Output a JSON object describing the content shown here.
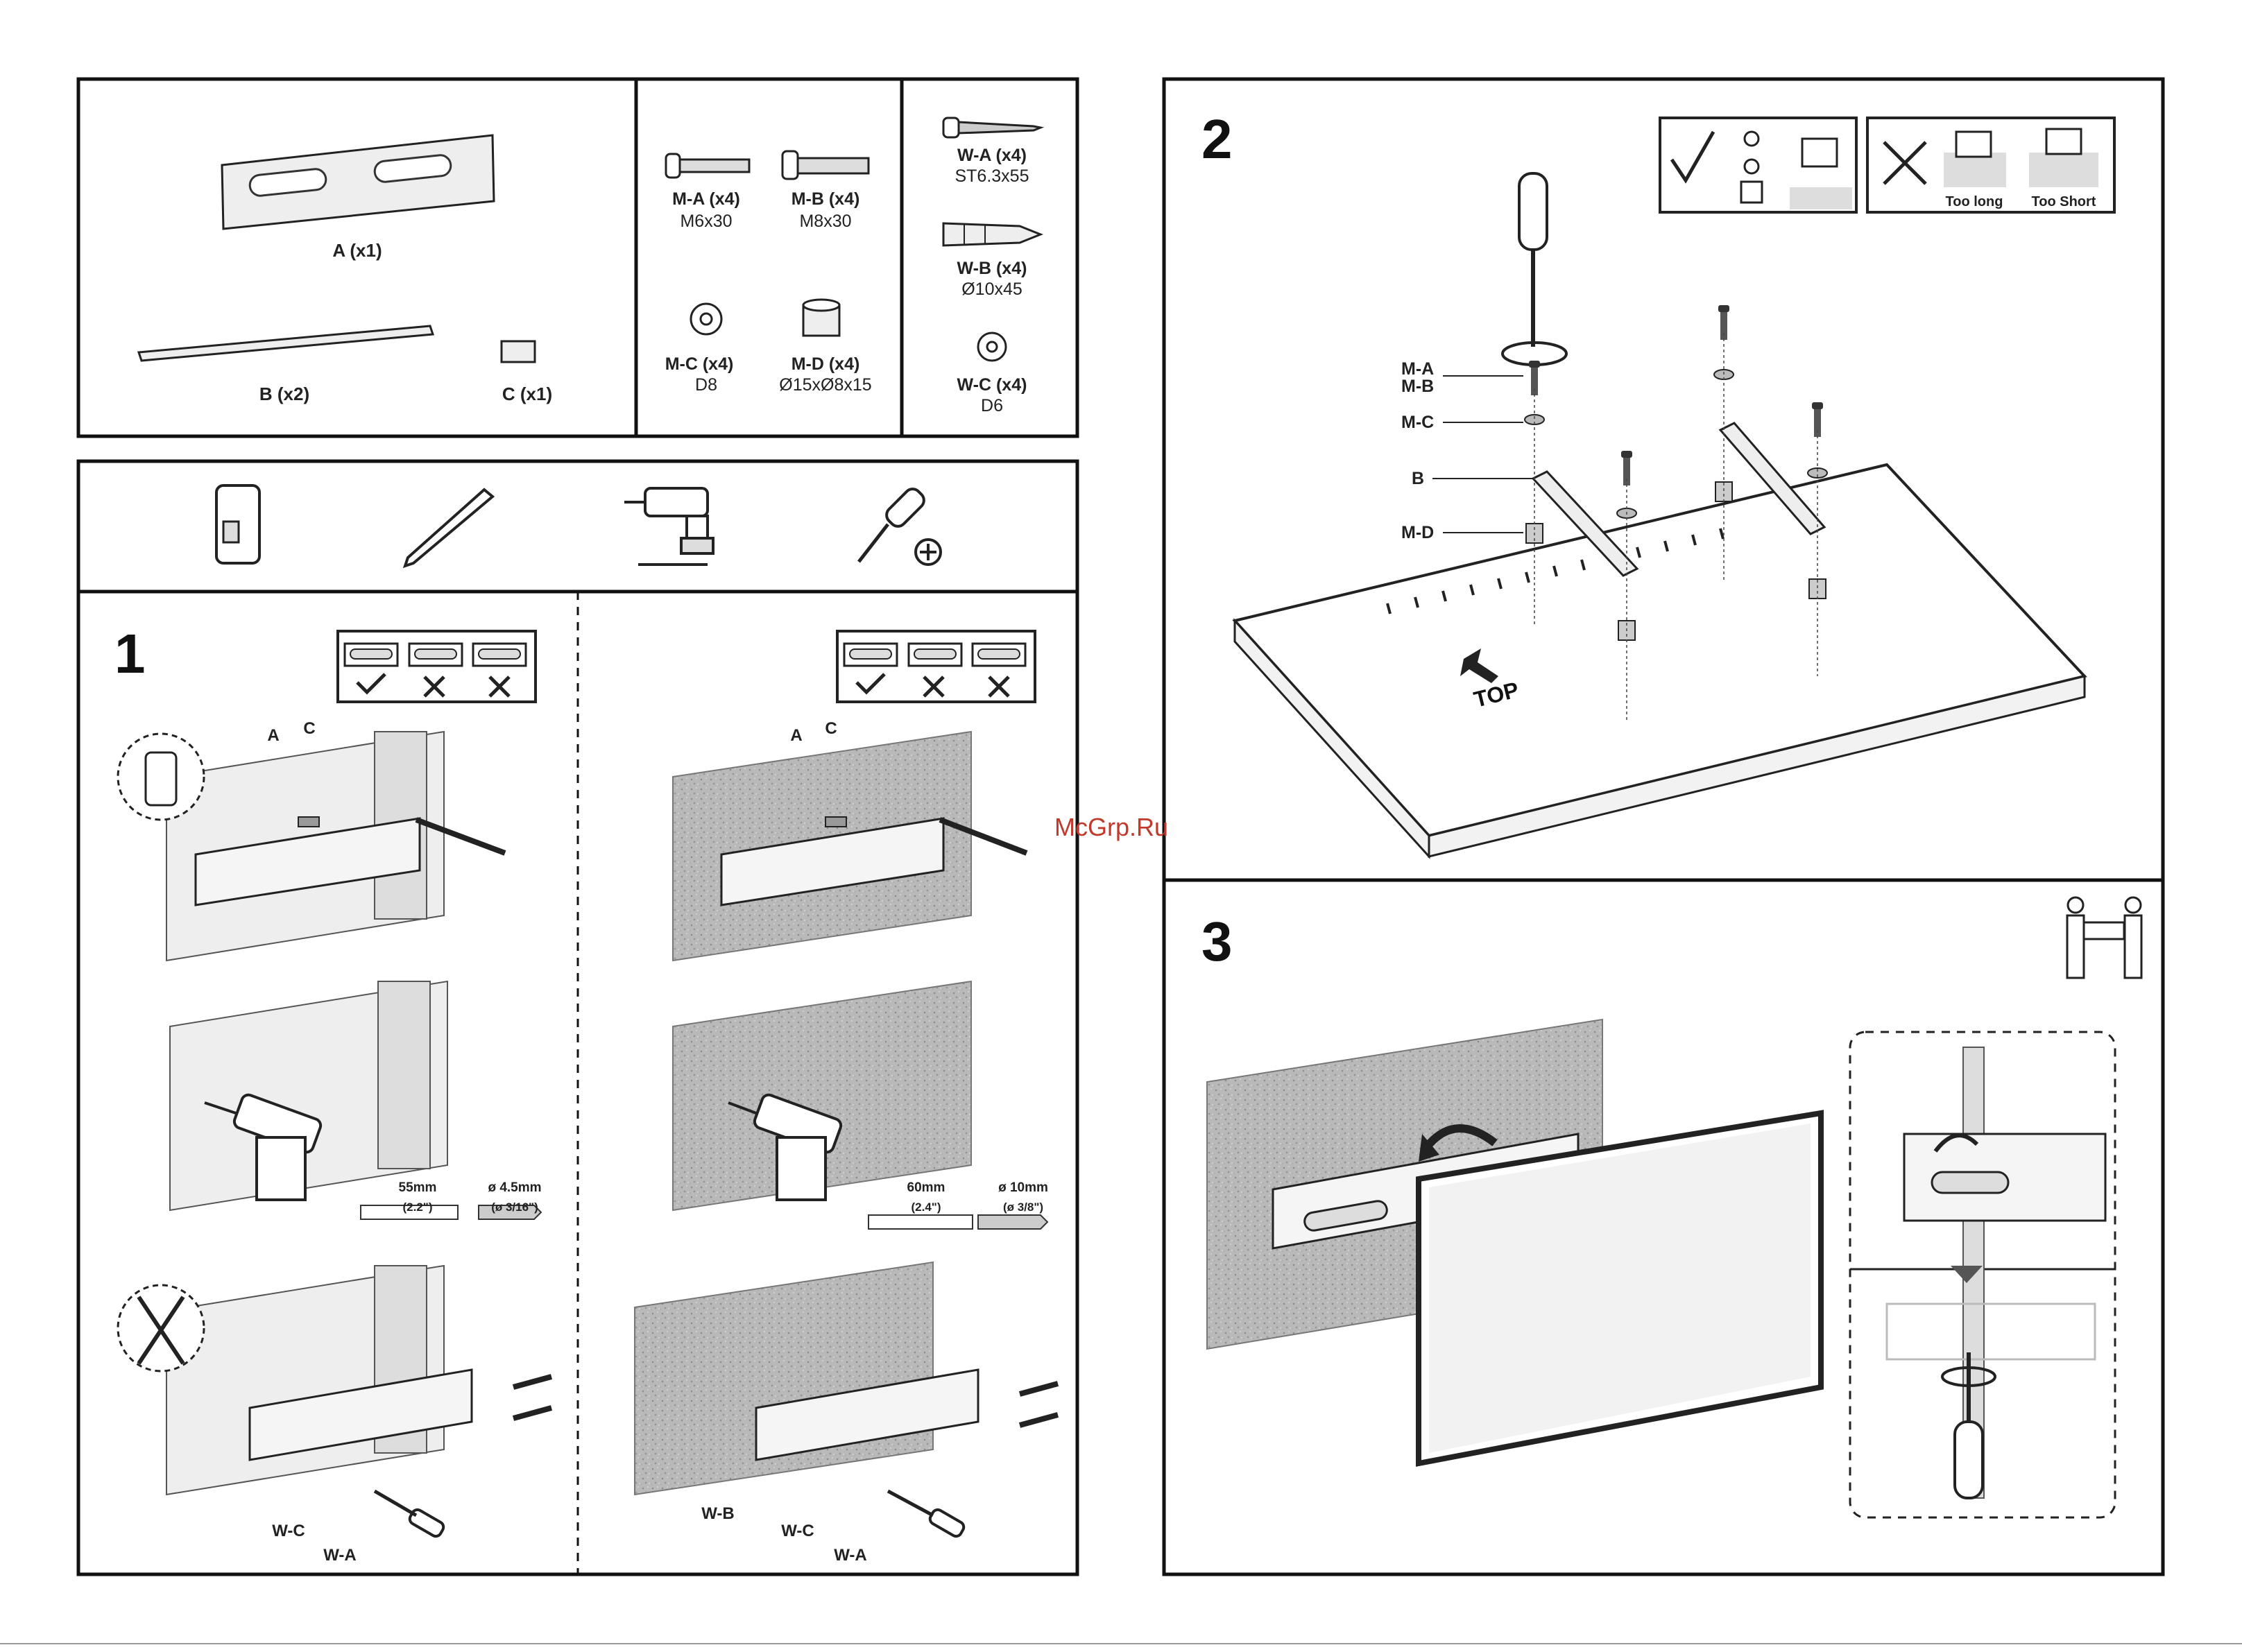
{
  "parts": {
    "A": "A (x1)",
    "B": "B (x2)",
    "C": "C (x1)",
    "MA": {
      "name": "M-A (x4)",
      "size": "M6x30"
    },
    "MB": {
      "name": "M-B (x4)",
      "size": "M8x30"
    },
    "MC": {
      "name": "M-C (x4)",
      "size": "D8"
    },
    "MD": {
      "name": "M-D (x4)",
      "size": "Ø15xØ8x15"
    },
    "WA": {
      "name": "W-A (x4)",
      "size": "ST6.3x55"
    },
    "WB": {
      "name": "W-B (x4)",
      "size": "Ø10x45"
    },
    "WC": {
      "name": "W-C (x4)",
      "size": "D6"
    }
  },
  "step1": {
    "number": "1",
    "label_a": "A",
    "label_c": "C",
    "wood_depth": "55mm",
    "wood_depth_in": "(2.2\")",
    "wood_bit": "ø 4.5mm",
    "wood_bit_in": "(ø 3/16\")",
    "conc_depth": "60mm",
    "conc_depth_in": "(2.4\")",
    "conc_bit": "ø 10mm",
    "conc_bit_in": "(ø 3/8\")",
    "wc": "W-C",
    "wa": "W-A",
    "wb": "W-B"
  },
  "step2": {
    "number": "2",
    "ma": "M-A",
    "mb": "M-B",
    "mc": "M-C",
    "b": "B",
    "md": "M-D",
    "top": "TOP",
    "too_long": "Too long",
    "too_short": "Too Short"
  },
  "step3": {
    "number": "3"
  },
  "watermark": "McGrp.Ru"
}
